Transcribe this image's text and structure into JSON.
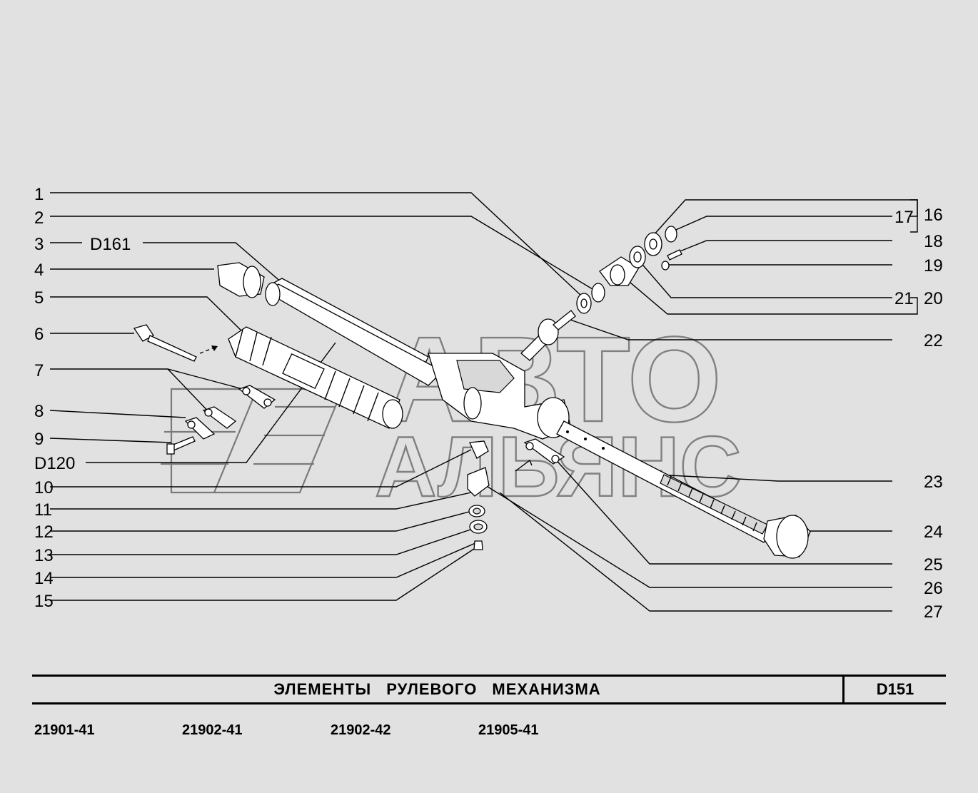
{
  "labels": {
    "l1": "1",
    "l2": "2",
    "l3": "3",
    "l3_ref": "D161",
    "l4": "4",
    "l5": "5",
    "l6": "6",
    "l7": "7",
    "l8": "8",
    "l9": "9",
    "l_d120": "D120",
    "l10": "10",
    "l11": "11",
    "l12": "12",
    "l13": "13",
    "l14": "14",
    "l15": "15",
    "l16": "16",
    "l17": "17",
    "l18": "18",
    "l19": "19",
    "l20": "20",
    "l21": "21",
    "l22": "22",
    "l23": "23",
    "l24": "24",
    "l25": "25",
    "l26": "26",
    "l27": "27"
  },
  "watermark": {
    "line1": "АВТО",
    "line2": "АЛЬЯНС"
  },
  "sheet": {
    "title": "ЭЛЕМЕНТЫ РУЛЕВОГО МЕХАНИЗМА",
    "code": "D151"
  },
  "models": [
    "21901-41",
    "21902-41",
    "21902-42",
    "21905-41"
  ]
}
